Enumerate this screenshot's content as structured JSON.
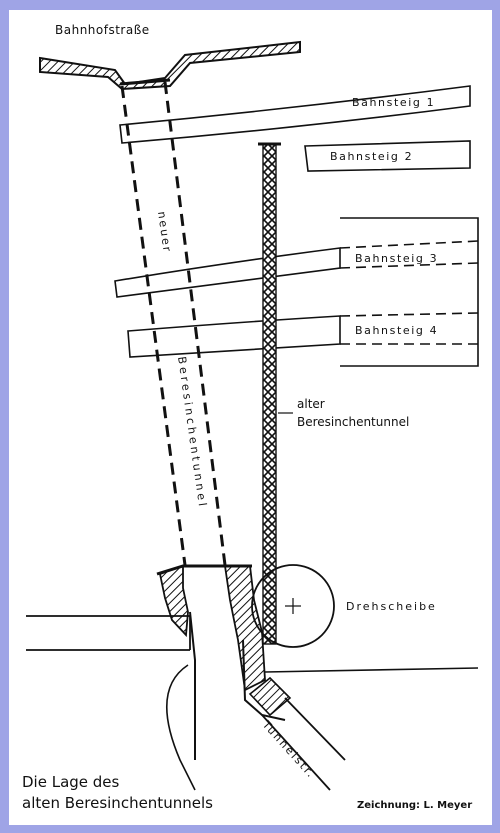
{
  "labels": {
    "street_top": "Bahnhofstraße",
    "platform_1": "Bahnsteig 1",
    "platform_2": "Bahnsteig 2",
    "platform_3": "Bahnsteig 3",
    "platform_4": "Bahnsteig 4",
    "new_tunnel_a": "neuer",
    "new_tunnel_b": "Beresinchentunnel",
    "old_tunnel_a": "alter",
    "old_tunnel_b": "Beresinchentunnel",
    "turntable": "Drehscheibe",
    "street_bottom": "Tunnelstr."
  },
  "caption": {
    "line1": "Die Lage des",
    "line2": "alten Beresinchentunnels"
  },
  "credit": "Zeichnung: L. Meyer",
  "colors": {
    "frame": "#9fa4e6",
    "ink": "#111111",
    "paper": "#ffffff"
  }
}
